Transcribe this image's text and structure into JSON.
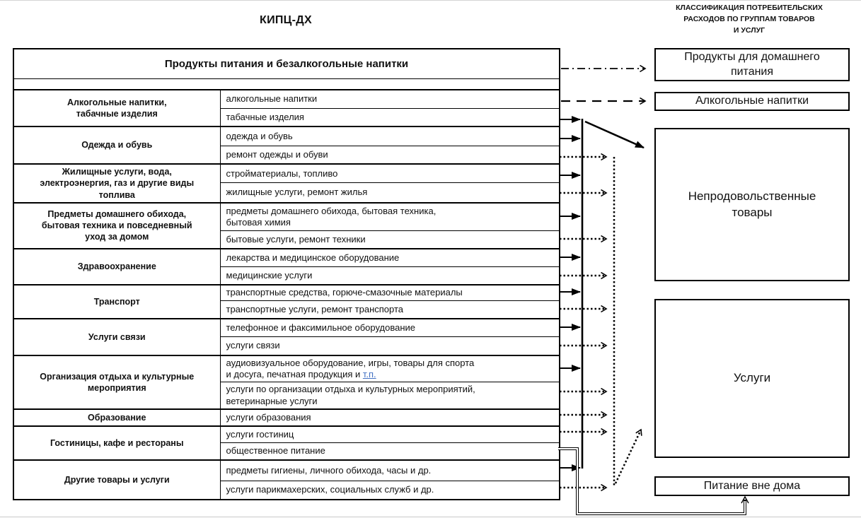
{
  "page": {
    "title": "КИПЦ-ДХ",
    "right_heading": "КЛАССИФИКАЦИЯ ПОТРЕБИТЕЛЬСКИХ\nРАСХОДОВ ПО ГРУППАМ ТОВАРОВ\nИ УСЛУГ"
  },
  "colors": {
    "line": "#000000",
    "link": "#4472C4",
    "background": "#ffffff"
  },
  "table": {
    "header": "Продукты питания и безалкогольные напитки",
    "groups": [
      {
        "label": "Алкогольные напитки,\nтабачные изделия",
        "rows": [
          {
            "text": "алкогольные напитки"
          },
          {
            "text": "табачные изделия"
          }
        ]
      },
      {
        "label": "Одежда и обувь",
        "rows": [
          {
            "text": "одежда и обувь"
          },
          {
            "text": "ремонт одежды и обуви"
          }
        ]
      },
      {
        "label": "Жилищные услуги, вода,\nэлектроэнергия, газ и другие виды\nтоплива",
        "rows": [
          {
            "text": "стройматериалы, топливо"
          },
          {
            "text": "жилищные услуги, ремонт жилья"
          }
        ]
      },
      {
        "label": "Предметы домашнего обихода,\nбытовая техника и повседневный\nуход за домом",
        "rows": [
          {
            "text": "предметы домашнего обихода, бытовая техника,\nбытовая химия"
          },
          {
            "text": "бытовые услуги, ремонт техники"
          }
        ]
      },
      {
        "label": "Здравоохранение",
        "rows": [
          {
            "text": "лекарства и медицинское оборудование"
          },
          {
            "text": "медицинские услуги"
          }
        ]
      },
      {
        "label": "Транспорт",
        "rows": [
          {
            "text": "транспортные средства, горюче-смазочные материалы"
          },
          {
            "text": "транспортные услуги, ремонт транспорта"
          }
        ]
      },
      {
        "label": "Услуги связи",
        "rows": [
          {
            "text": "телефонное и факсимильное оборудование"
          },
          {
            "text": "услуги связи"
          }
        ]
      },
      {
        "label": "Организация отдыха и культурные\nмероприятия",
        "rows": [
          {
            "text": "аудиовизуальное оборудование, игры, товары для спорта\nи досуга,  печатная продукция и ",
            "link": "т.п."
          },
          {
            "text": "услуги по организации отдыха и культурных мероприятий,\nветеринарные услуги"
          }
        ]
      },
      {
        "label": "Образование",
        "rows": [
          {
            "text": "услуги образования"
          }
        ]
      },
      {
        "label": "Гостиницы, кафе и рестораны",
        "rows": [
          {
            "text": "услуги гостиниц"
          },
          {
            "text": "общественное питание"
          }
        ]
      },
      {
        "label": "Другие товары и услуги",
        "rows": [
          {
            "text": "предметы гигиены, личного обихода, часы и др."
          },
          {
            "text": "услуги парикмахерских, социальных служб и др."
          }
        ]
      }
    ]
  },
  "boxes": {
    "food_home": "Продукты для домашнего\nпитания",
    "alcohol": "Алкогольные напитки",
    "nonfood": "Непродовольственные\nтовары",
    "services": "Услуги",
    "eating_out": "Питание вне дома"
  },
  "connections": [
    {
      "from": "Продукты питания и безалкогольные напитки",
      "to": "Продукты для домашнего питания",
      "style": "dash-dot"
    },
    {
      "from": "алкогольные напитки",
      "to": "Алкогольные напитки",
      "style": "dashed"
    },
    {
      "from": "табачные изделия; одежда и обувь; стройматериалы, топливо; предметы домашнего обихода, бытовая техника, бытовая химия; лекарства и медицинское оборудование; транспортные средства, горюче-смазочные материалы; телефонное и факсимильное оборудование; аудиовизуальное оборудование, игры, товары для спорта и досуга, печатная продукция и т.п.; предметы гигиены, личного обихода, часы и др.",
      "to": "Непродовольственные товары",
      "style": "solid"
    },
    {
      "from": "ремонт одежды и обуви; жилищные услуги, ремонт жилья; бытовые услуги, ремонт техники; медицинские услуги; транспортные услуги, ремонт транспорта; услуги связи; услуги по организации отдыха и культурных мероприятий, ветеринарные услуги; услуги образования; услуги гостиниц; услуги парикмахерских, социальных служб и др.",
      "to": "Услуги",
      "style": "dotted"
    },
    {
      "from": "общественное питание",
      "to": "Питание вне дома",
      "style": "double-line"
    }
  ]
}
